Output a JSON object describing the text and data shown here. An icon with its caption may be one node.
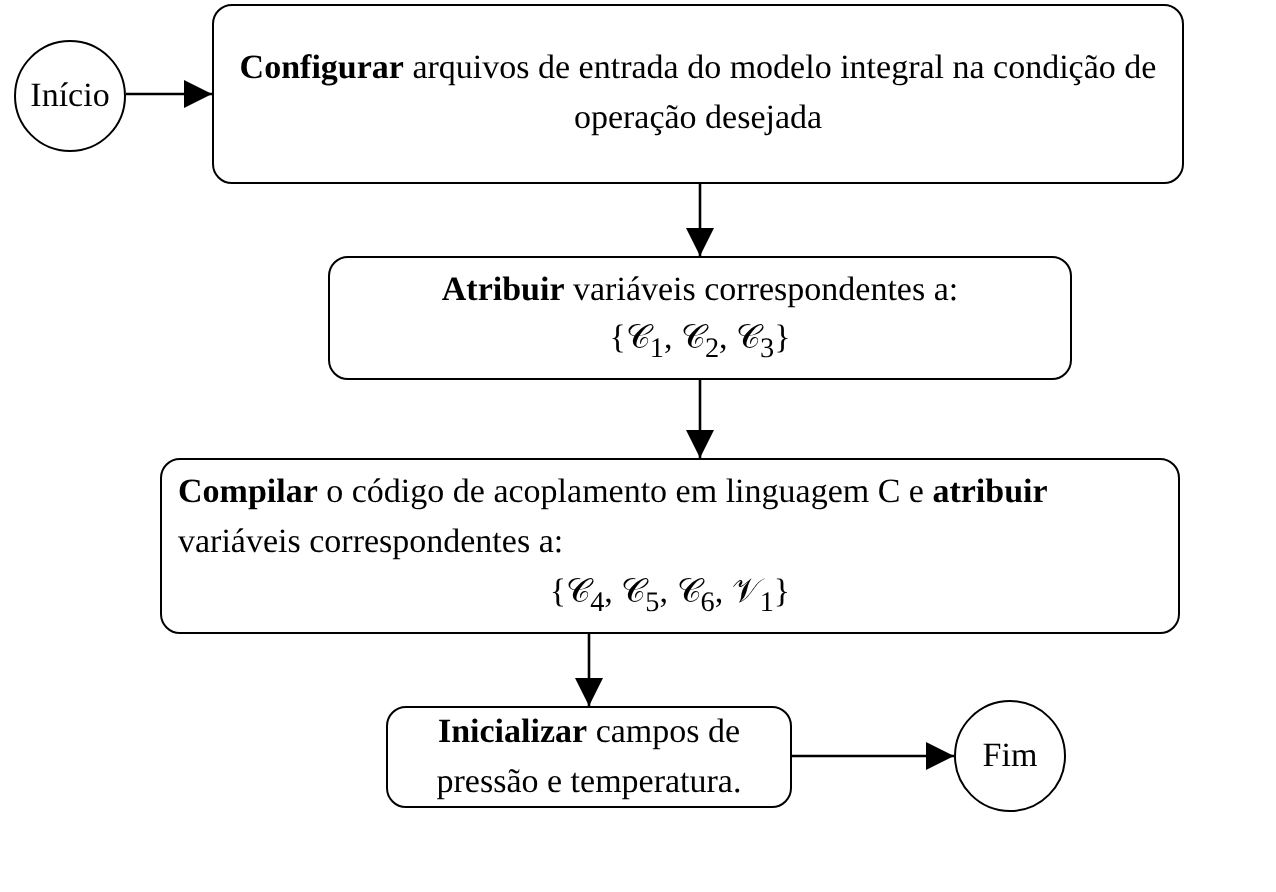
{
  "diagram": {
    "nodes": [
      {
        "text": [
          "Início"
        ]
      },
      {
        "text": [
          "**Configurar** arquivos de entrada do modelo integral na condição de operação desejada"
        ]
      },
      {
        "text": [
          "**Atribuir** variáveis correspondentes a:",
          "{𝒞$_{1}$, 𝒞$_{2}$, 𝒞$_{3}$}"
        ]
      },
      {
        "text": [
          "**Compilar** o código de acoplamento em linguagem C e **atribuir** variáveis correspondentes a:",
          "{𝒞$_{4}$, 𝒞$_{5}$, 𝒞$_{6}$, 𝒱$_{1}$}"
        ]
      },
      {
        "text": [
          "**Inicializar** campos de pressão e temperatura."
        ]
      },
      {
        "text": [
          "Fim"
        ]
      }
    ],
    "edges": [
      {
        "from": 0,
        "to": 1,
        "arrow": "to"
      },
      {
        "from": 1,
        "to": 2,
        "arrow": "to"
      },
      {
        "from": 2,
        "to": 3,
        "arrow": "to"
      },
      {
        "from": 3,
        "to": 4,
        "arrow": "to"
      },
      {
        "from": 4,
        "to": 5,
        "arrow": "to"
      }
    ]
  }
}
